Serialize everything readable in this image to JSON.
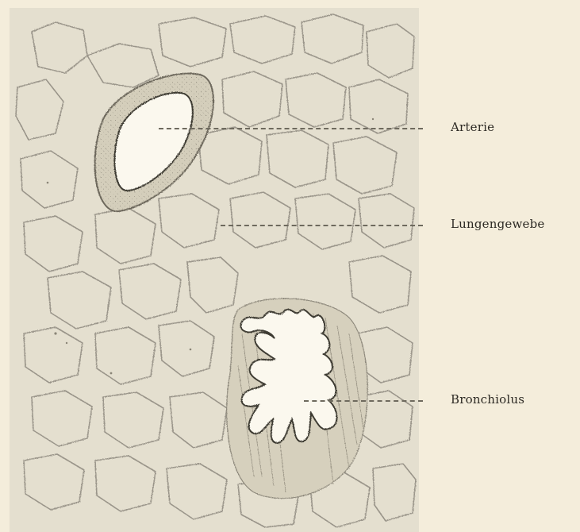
{
  "figure": {
    "labels": {
      "arterie": "Arterie",
      "lungengewebe": "Lungengewebe",
      "bronchiolus": "Bronchiolus"
    }
  },
  "colors": {
    "paper": "#f4eddb",
    "plate": "#e6e0cf",
    "ink": "#6e6a5e",
    "tissue_line": "#9a958a"
  }
}
